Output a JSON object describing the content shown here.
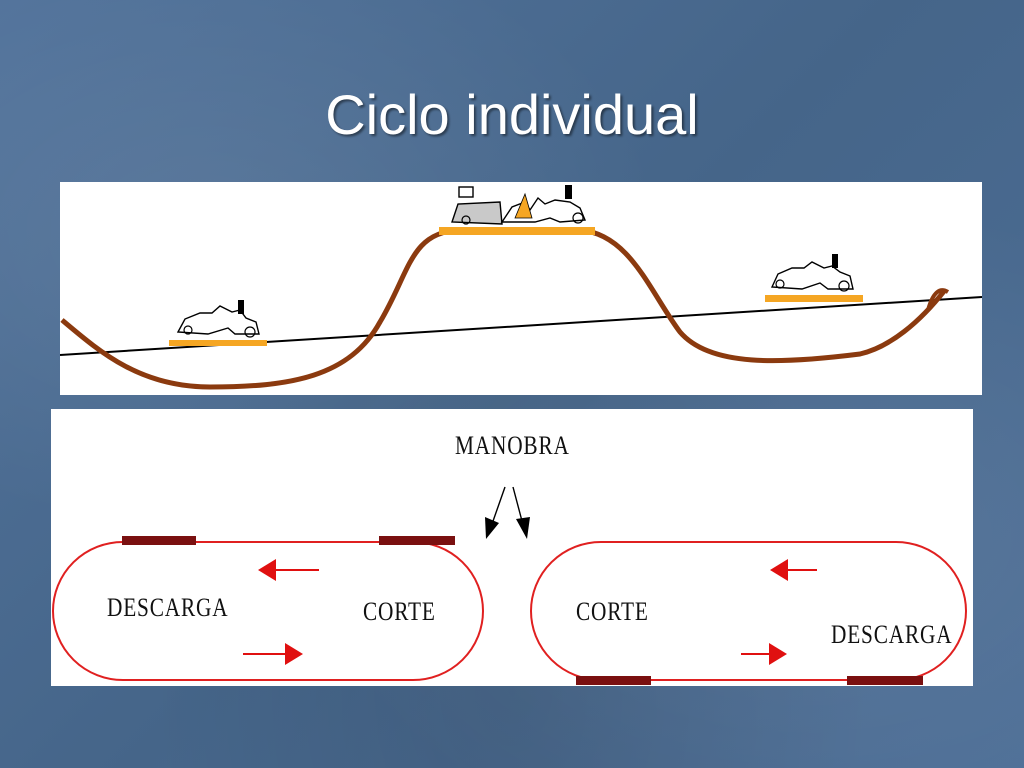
{
  "slide": {
    "title": "Ciclo individual"
  },
  "labels": {
    "maneuver": "MANOBRA",
    "left_unload": "DESCARGA",
    "left_cut": "CORTE",
    "right_cut": "CORTE",
    "right_unload": "DESCARGA"
  },
  "colors": {
    "terrain": "#8b3a0f",
    "platform": "#f5a623",
    "loop": "#e02020",
    "bar": "#7a1010",
    "arrow": "#e01010"
  }
}
